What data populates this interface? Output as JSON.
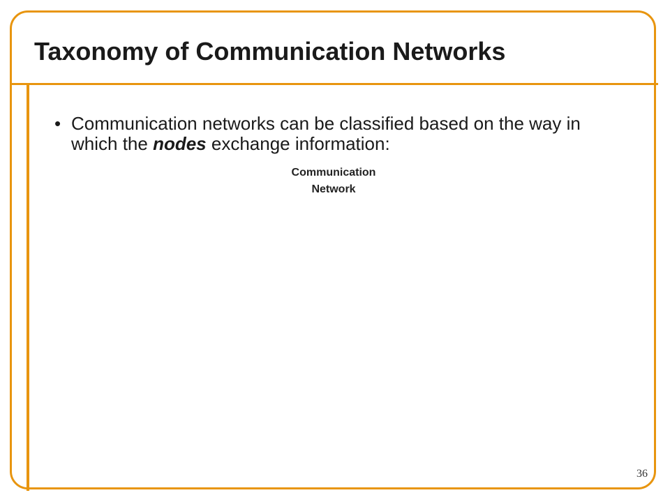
{
  "slide": {
    "title": "Taxonomy of Communication Networks",
    "bullet": {
      "marker": "•",
      "text_before": "Communication networks can be classified based on the way in which the ",
      "emphasis": "nodes",
      "text_after": " exchange information:"
    },
    "diagram": {
      "root_node_line1": "Communication",
      "root_node_line2": "Network"
    },
    "page_number": "36"
  },
  "colors": {
    "accent": "#E8950F",
    "text": "#1a1a1a"
  }
}
